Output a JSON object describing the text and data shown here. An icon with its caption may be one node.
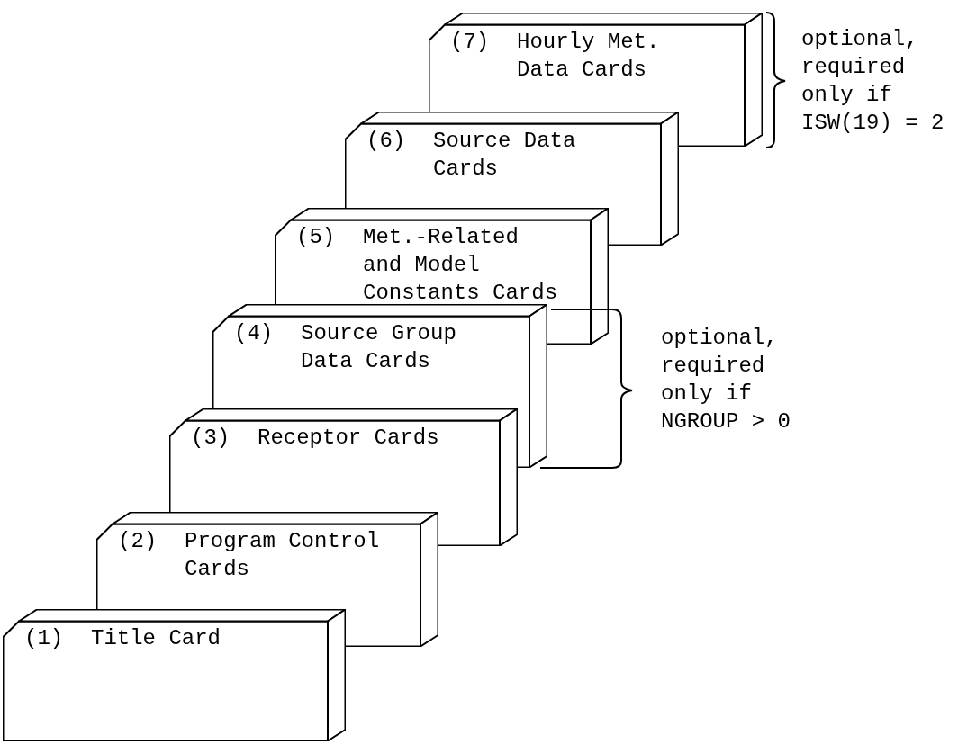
{
  "diagram": {
    "nodes": [
      {
        "text": [
          "(7)",
          "Hourly Met. Data Cards"
        ]
      },
      {
        "text": [
          "(6)",
          "Source Data Cards"
        ]
      },
      {
        "text": [
          "(5)",
          "Met.-Related and Model Constants Cards"
        ]
      },
      {
        "text": [
          "(4)",
          "Source Group Data Cards"
        ]
      },
      {
        "text": [
          "(3)",
          "Receptor Cards"
        ]
      },
      {
        "text": [
          "(2)",
          "Program Control Cards"
        ]
      },
      {
        "text": [
          "(1)",
          "Title Card"
        ]
      }
    ],
    "edges": [],
    "labels": [
      "optional, required only if ISW(19) = 2",
      "optional, required only if NGROUP > 0"
    ]
  }
}
